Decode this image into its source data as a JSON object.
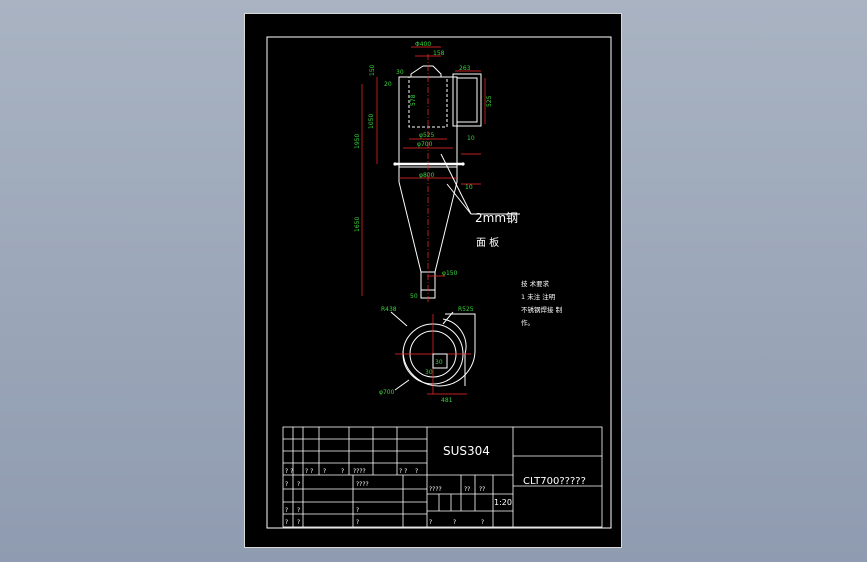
{
  "dimensions": {
    "d400": "Φ400",
    "d158": "158",
    "d263": "263",
    "d150_top": "150",
    "d30": "30",
    "d20": "20",
    "d1050": "1050",
    "d1950": "1950",
    "d578": "578",
    "d525": "525",
    "dphi525": "φ525",
    "dphi700": "φ700",
    "d10a": "10",
    "d10b": "10",
    "dphi800": "φ800",
    "d1650": "1650",
    "dphi150": "φ150",
    "d50": "50",
    "r438": "R438",
    "r525": "R525",
    "d30c": "30",
    "d30d": "30",
    "dphi700b": "φ700",
    "d481": "481"
  },
  "annotations": {
    "steel_plate": "2mm钢",
    "panel": "面 板"
  },
  "notes": {
    "line1": "技 术要求",
    "line2": "1  未注  注明",
    "line3": "不锈钢焊接 制",
    "line4": "作。"
  },
  "title_block": {
    "material": "SUS304",
    "drawing_name": "CLT700?????",
    "scale": "1:20",
    "r1": [
      "? ?",
      "? ?",
      "?",
      "?",
      "????",
      "? ?",
      "?"
    ],
    "r2": [
      "?",
      "?",
      "????"
    ],
    "r2b": [
      "????",
      "??",
      "??"
    ],
    "r3": [
      "?",
      "?",
      "?"
    ],
    "r4": [
      "?",
      "?",
      "?",
      "?",
      "?",
      "?"
    ]
  }
}
